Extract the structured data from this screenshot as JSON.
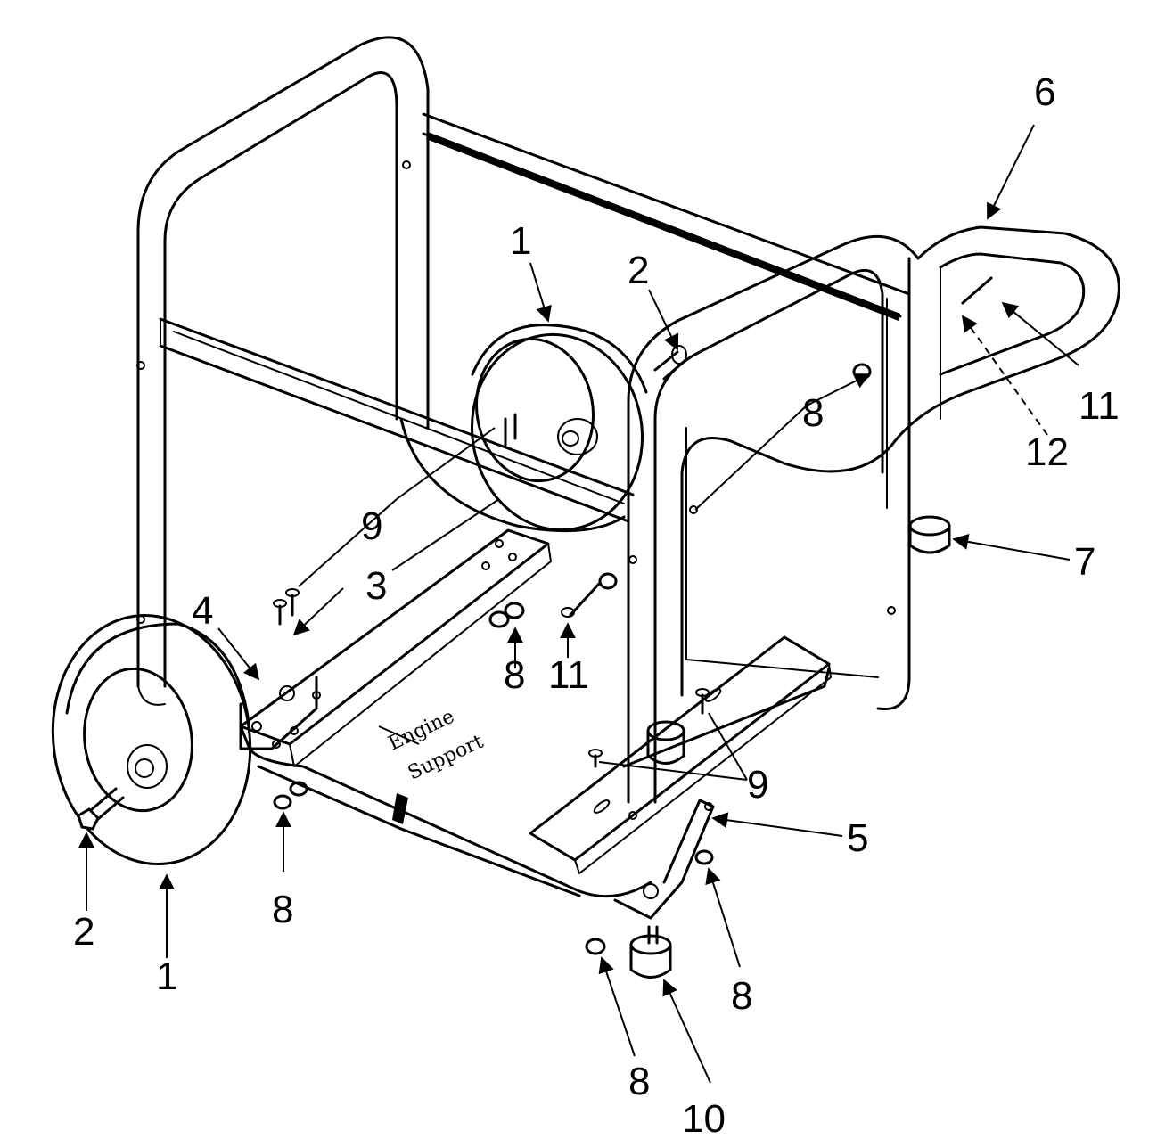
{
  "diagram": {
    "stamp_text": {
      "line1": "Engine",
      "line2": "Support"
    },
    "callouts": [
      {
        "id": "c1a",
        "label": "1"
      },
      {
        "id": "c2a",
        "label": "2"
      },
      {
        "id": "c6",
        "label": "6"
      },
      {
        "id": "c8a",
        "label": "8"
      },
      {
        "id": "c11a",
        "label": "11"
      },
      {
        "id": "c12",
        "label": "12"
      },
      {
        "id": "c7",
        "label": "7"
      },
      {
        "id": "c9a",
        "label": "9"
      },
      {
        "id": "c3",
        "label": "3"
      },
      {
        "id": "c4",
        "label": "4"
      },
      {
        "id": "c8b",
        "label": "8"
      },
      {
        "id": "c11b",
        "label": "11"
      },
      {
        "id": "c9b",
        "label": "9"
      },
      {
        "id": "c5",
        "label": "5"
      },
      {
        "id": "c2b",
        "label": "2"
      },
      {
        "id": "c1b",
        "label": "1"
      },
      {
        "id": "c8c",
        "label": "8"
      },
      {
        "id": "c8d",
        "label": "8"
      },
      {
        "id": "c8e",
        "label": "8"
      },
      {
        "id": "c10",
        "label": "10"
      }
    ]
  }
}
